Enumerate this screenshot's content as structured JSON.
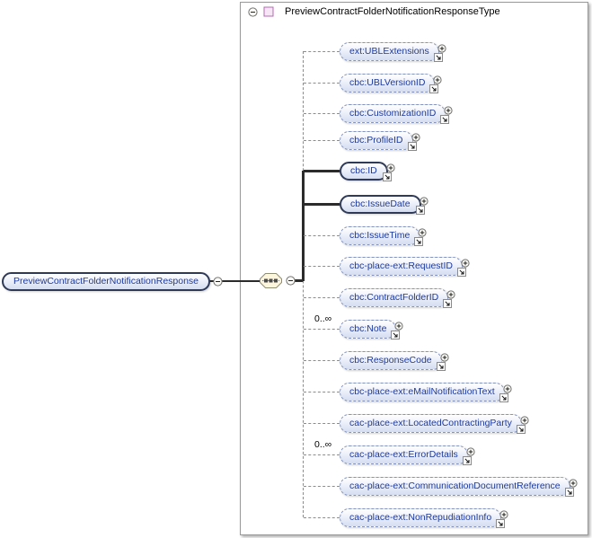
{
  "type_panel": {
    "title": "PreviewContractFolderNotificationResponseType"
  },
  "root_element": {
    "label": "PreviewContractFolderNotificationResponse"
  },
  "compositor": {
    "kind": "sequence"
  },
  "children": [
    {
      "label": "ext:UBLExtensions",
      "required": false,
      "cardinality": ""
    },
    {
      "label": "cbc:UBLVersionID",
      "required": false,
      "cardinality": ""
    },
    {
      "label": "cbc:CustomizationID",
      "required": false,
      "cardinality": ""
    },
    {
      "label": "cbc:ProfileID",
      "required": false,
      "cardinality": ""
    },
    {
      "label": "cbc:ID",
      "required": true,
      "cardinality": ""
    },
    {
      "label": "cbc:IssueDate",
      "required": true,
      "cardinality": ""
    },
    {
      "label": "cbc:IssueTime",
      "required": false,
      "cardinality": ""
    },
    {
      "label": "cbc-place-ext:RequestID",
      "required": false,
      "cardinality": ""
    },
    {
      "label": "cbc:ContractFolderID",
      "required": false,
      "cardinality": ""
    },
    {
      "label": "cbc:Note",
      "required": false,
      "cardinality": "0..∞"
    },
    {
      "label": "cbc:ResponseCode",
      "required": false,
      "cardinality": ""
    },
    {
      "label": "cbc-place-ext:eMailNotificationText",
      "required": false,
      "cardinality": ""
    },
    {
      "label": "cac-place-ext:LocatedContractingParty",
      "required": false,
      "cardinality": ""
    },
    {
      "label": "cac-place-ext:ErrorDetails",
      "required": false,
      "cardinality": "0..∞"
    },
    {
      "label": "cac-place-ext:CommunicationDocumentReference",
      "required": false,
      "cardinality": ""
    },
    {
      "label": "cac-place-ext:NonRepudiationInfo",
      "required": false,
      "cardinality": ""
    }
  ],
  "icons": {
    "collapse": "minus-circle",
    "expand": "plus-circle",
    "reference": "corner-arrow",
    "compositor": "sequence-blocks",
    "type": "complex-type-square"
  },
  "colors": {
    "box_text": "#1d3a9e",
    "box_border_optional": "#8494bc",
    "box_border_required": "#2e3a58",
    "box_gradient_top": "#ffffff",
    "box_gradient_mid": "#eaeef9",
    "box_gradient_bottom": "#d4ddf1",
    "line_optional": "#8c8c8c",
    "line_required": "#2b2b2b",
    "type_icon_border": "#b469b4",
    "type_icon_fill": "#f6e6f6"
  }
}
